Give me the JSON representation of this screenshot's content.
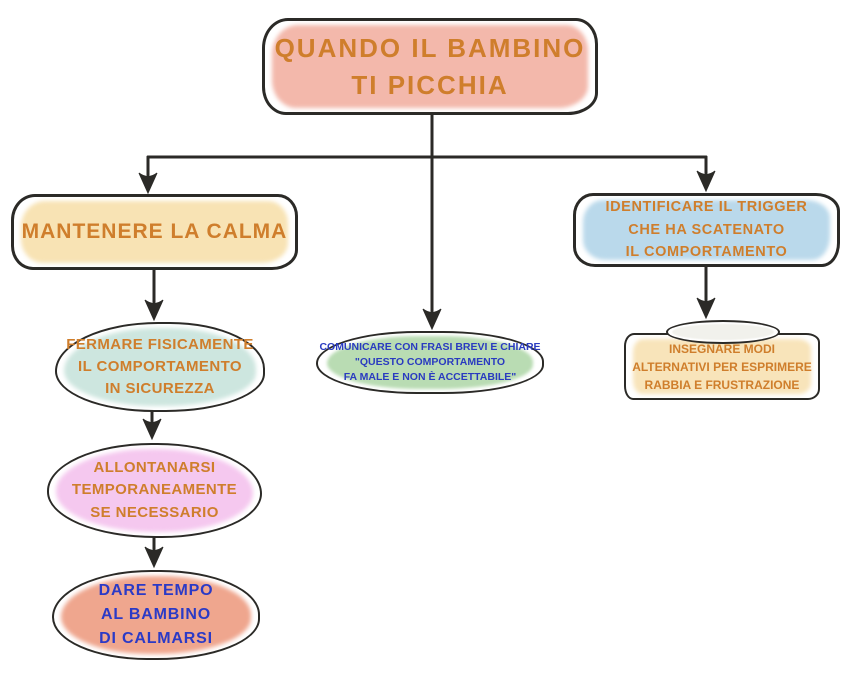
{
  "diagram": {
    "background": "#ffffff",
    "outline_color": "#2b2a27",
    "edge_color": "#2b2a27",
    "nodes": {
      "root": {
        "label": "QUANDO IL BAMBINO\nTI PICCHIA",
        "shape": "rounded-rect",
        "fill": "#f3b8ab",
        "text_color": "#cf7e2c"
      },
      "keep_calm": {
        "label": "MANTENERE LA CALMA",
        "shape": "rounded-rect",
        "fill": "#f8e3b4",
        "text_color": "#cf7e2c"
      },
      "stop_physically": {
        "label": "FERMARE FISICAMENTE\nIL COMPORTAMENTO\nIN SICUREZZA",
        "shape": "ellipse",
        "fill": "#cde6df",
        "text_color": "#cf7e2c"
      },
      "step_away": {
        "label": "ALLONTANARSI\nTEMPORANEAMENTE\nSE NECESSARIO",
        "shape": "ellipse",
        "fill": "#f5c8ef",
        "text_color": "#cf7e2c"
      },
      "give_time": {
        "label": "DARE TEMPO\nAL BAMBINO\nDI CALMARSI",
        "shape": "ellipse",
        "fill": "#efa68e",
        "text_color": "#2b3ac6"
      },
      "communicate": {
        "label": "COMUNICARE CON FRASI BREVI E CHIARE\n\"QUESTO COMPORTAMENTO\nFA MALE E NON È ACCETTABILE\"",
        "shape": "ellipse",
        "fill": "#b9dcb3",
        "text_color": "#2a3bc0"
      },
      "identify_trigger": {
        "label": "IDENTIFICARE IL TRIGGER\nCHE HA SCATENATO\nIL COMPORTAMENTO",
        "shape": "rounded-rect",
        "fill": "#bad9eb",
        "text_color": "#cf7e2c"
      },
      "teach_alternatives": {
        "label": "INSEGNARE MODI\nALTERNATIVI PER ESPRIMERE\nRABBIA E FRUSTRAZIONE",
        "shape": "scroll-box-with-ellipse-cap",
        "fill": "#f8e4ba",
        "cap_fill": "#f1f1ec",
        "text_color": "#cf7e2c"
      }
    },
    "edges": [
      {
        "from": "root",
        "to": "keep_calm"
      },
      {
        "from": "root",
        "to": "communicate"
      },
      {
        "from": "root",
        "to": "identify_trigger"
      },
      {
        "from": "keep_calm",
        "to": "stop_physically"
      },
      {
        "from": "stop_physically",
        "to": "step_away"
      },
      {
        "from": "step_away",
        "to": "give_time"
      },
      {
        "from": "identify_trigger",
        "to": "teach_alternatives"
      }
    ]
  }
}
